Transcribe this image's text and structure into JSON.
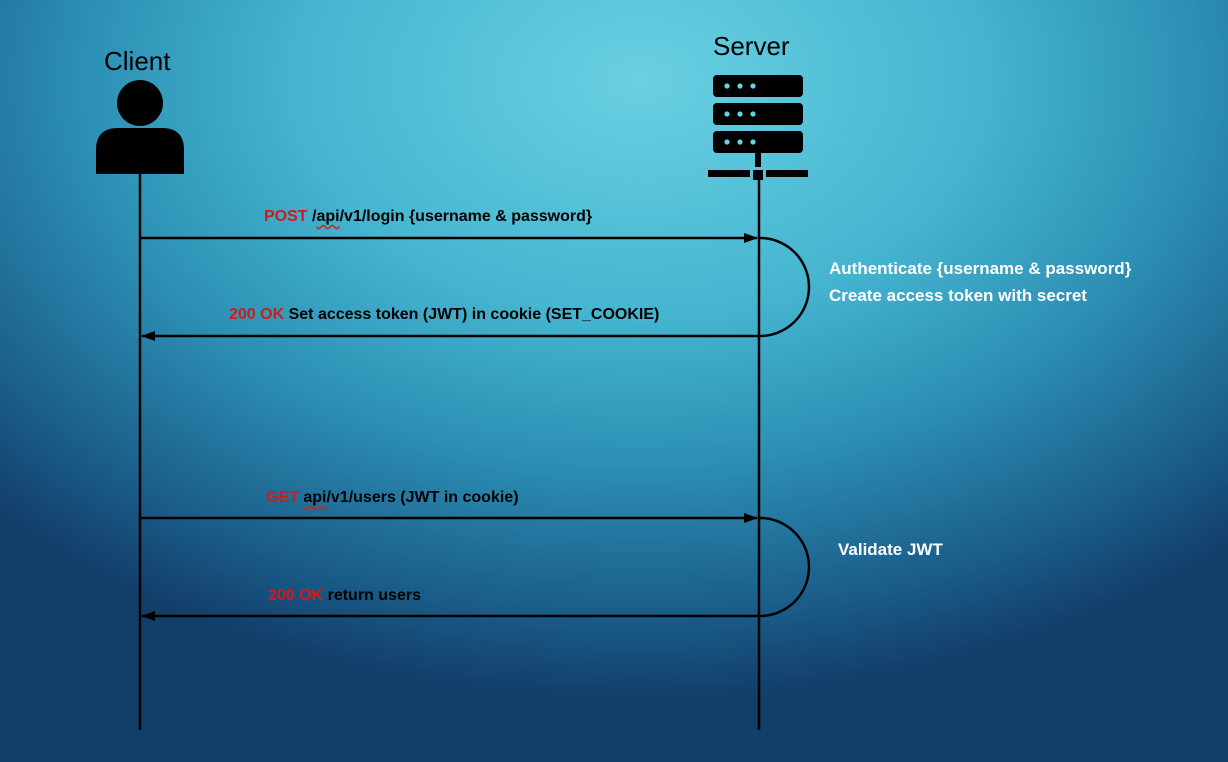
{
  "actors": {
    "client": {
      "label": "Client"
    },
    "server": {
      "label": "Server"
    }
  },
  "messages": [
    {
      "method": "POST",
      "pre": "/",
      "wavy": "api",
      "rest": "/v1/login {username & password}",
      "direction": "client-to-server"
    },
    {
      "method": "200 OK",
      "pre": "",
      "wavy": "",
      "rest": "Set access token (JWT) in cookie (SET_COOKIE)",
      "direction": "server-to-client"
    },
    {
      "method": "GET",
      "pre": "",
      "wavy": "api",
      "rest": "/v1/users (JWT in cookie)",
      "direction": "client-to-server"
    },
    {
      "method": "200 OK",
      "pre": "",
      "wavy": "",
      "rest": "return users",
      "direction": "server-to-client"
    }
  ],
  "notes": [
    {
      "lines": [
        "Authenticate {username & password}",
        "Create access token with secret"
      ]
    },
    {
      "lines": [
        "Validate JWT"
      ]
    }
  ],
  "colors": {
    "method": "#d11a1a",
    "note_text": "#ffffff",
    "lines": "#000000"
  }
}
